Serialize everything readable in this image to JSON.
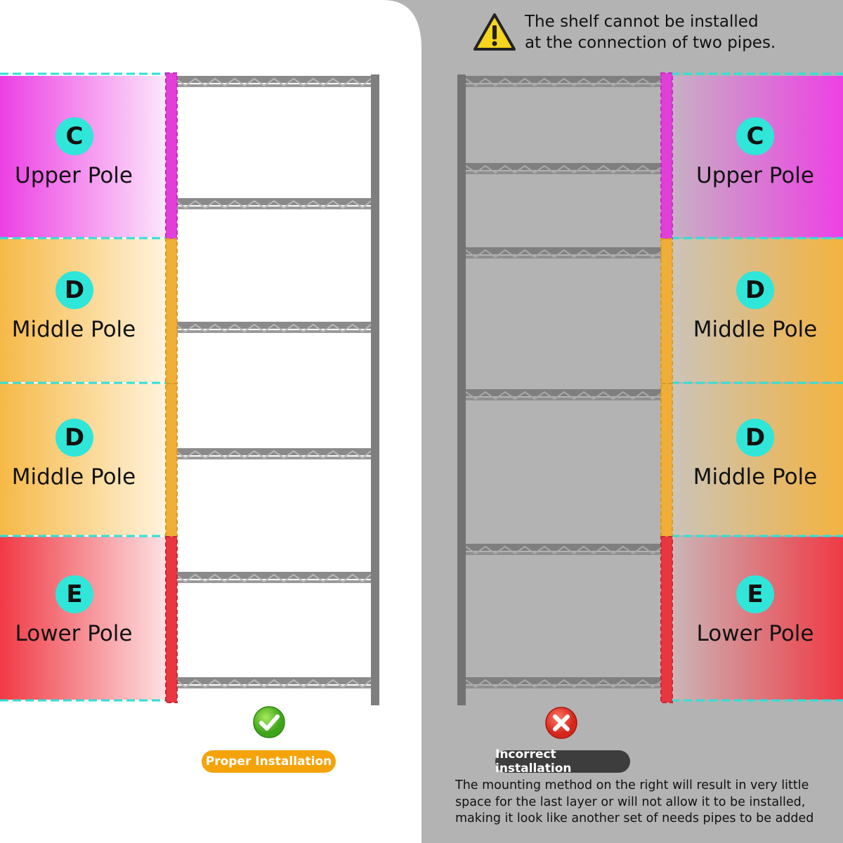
{
  "warning": {
    "text_line1": "The shelf cannot be installed",
    "text_line2": "at the connection of two pipes."
  },
  "colors": {
    "upper": "#e94ae0",
    "middle": "#f3b542",
    "lower": "#ef3b46",
    "guide": "#2fe0d6",
    "correct": "#f5a30a",
    "incorrect": "#3d3d3d"
  },
  "left_panel": {
    "segments": [
      {
        "letter": "C",
        "name": "Upper Pole"
      },
      {
        "letter": "D",
        "name": "Middle Pole"
      },
      {
        "letter": "D",
        "name": "Middle Pole"
      },
      {
        "letter": "E",
        "name": "Lower Pole"
      }
    ],
    "status_label": "Proper Installation",
    "status_icon": "check-icon"
  },
  "right_panel": {
    "segments": [
      {
        "letter": "C",
        "name": "Upper Pole"
      },
      {
        "letter": "D",
        "name": "Middle Pole"
      },
      {
        "letter": "D",
        "name": "Middle Pole"
      },
      {
        "letter": "E",
        "name": "Lower Pole"
      }
    ],
    "status_label": "Incorrect installation",
    "status_icon": "cross-icon",
    "note": "The mounting method on the right will result in very little\nspace for the last layer or will not allow it to be installed,\nmaking it look like another set of needs pipes to be added"
  }
}
